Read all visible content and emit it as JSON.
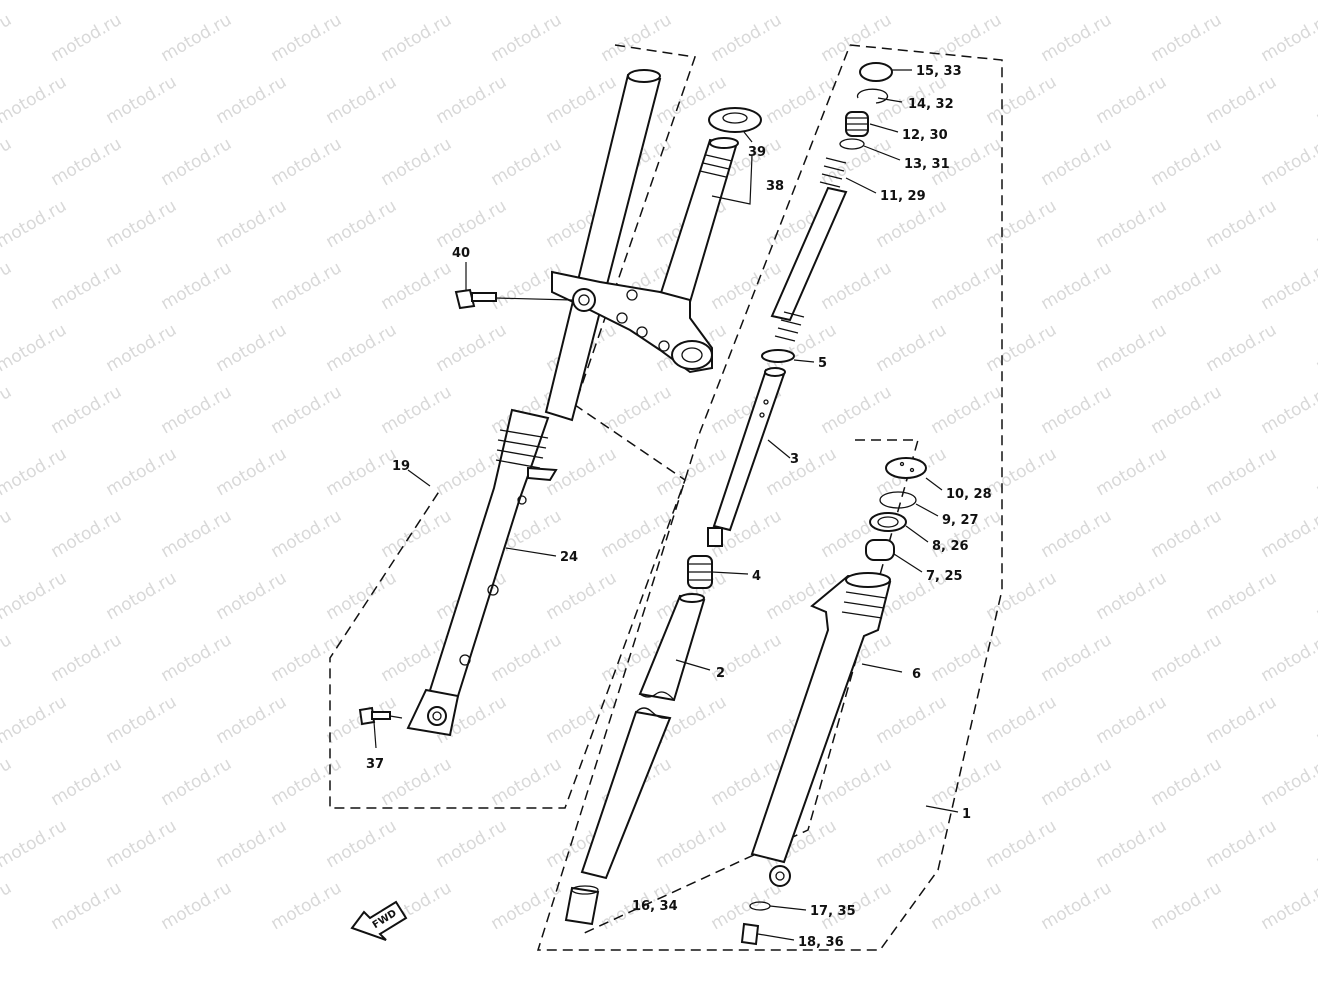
{
  "watermark": "motod.ru",
  "callouts": {
    "c1": "1",
    "c2": "2",
    "c3": "3",
    "c4": "4",
    "c5": "5",
    "c6": "6",
    "c7_25": "7, 25",
    "c8_26": "8, 26",
    "c9_27": "9, 27",
    "c10_28": "10, 28",
    "c11_29": "11, 29",
    "c12_30": "12, 30",
    "c13_31": "13, 31",
    "c14_32": "14, 32",
    "c15_33": "15, 33",
    "c16_34": "16, 34",
    "c17_35": "17, 35",
    "c18_36": "18, 36",
    "c19": "19",
    "c24": "24",
    "c37": "37",
    "c38": "38",
    "c39": "39",
    "c40": "40"
  },
  "fwd_label": "FWD"
}
